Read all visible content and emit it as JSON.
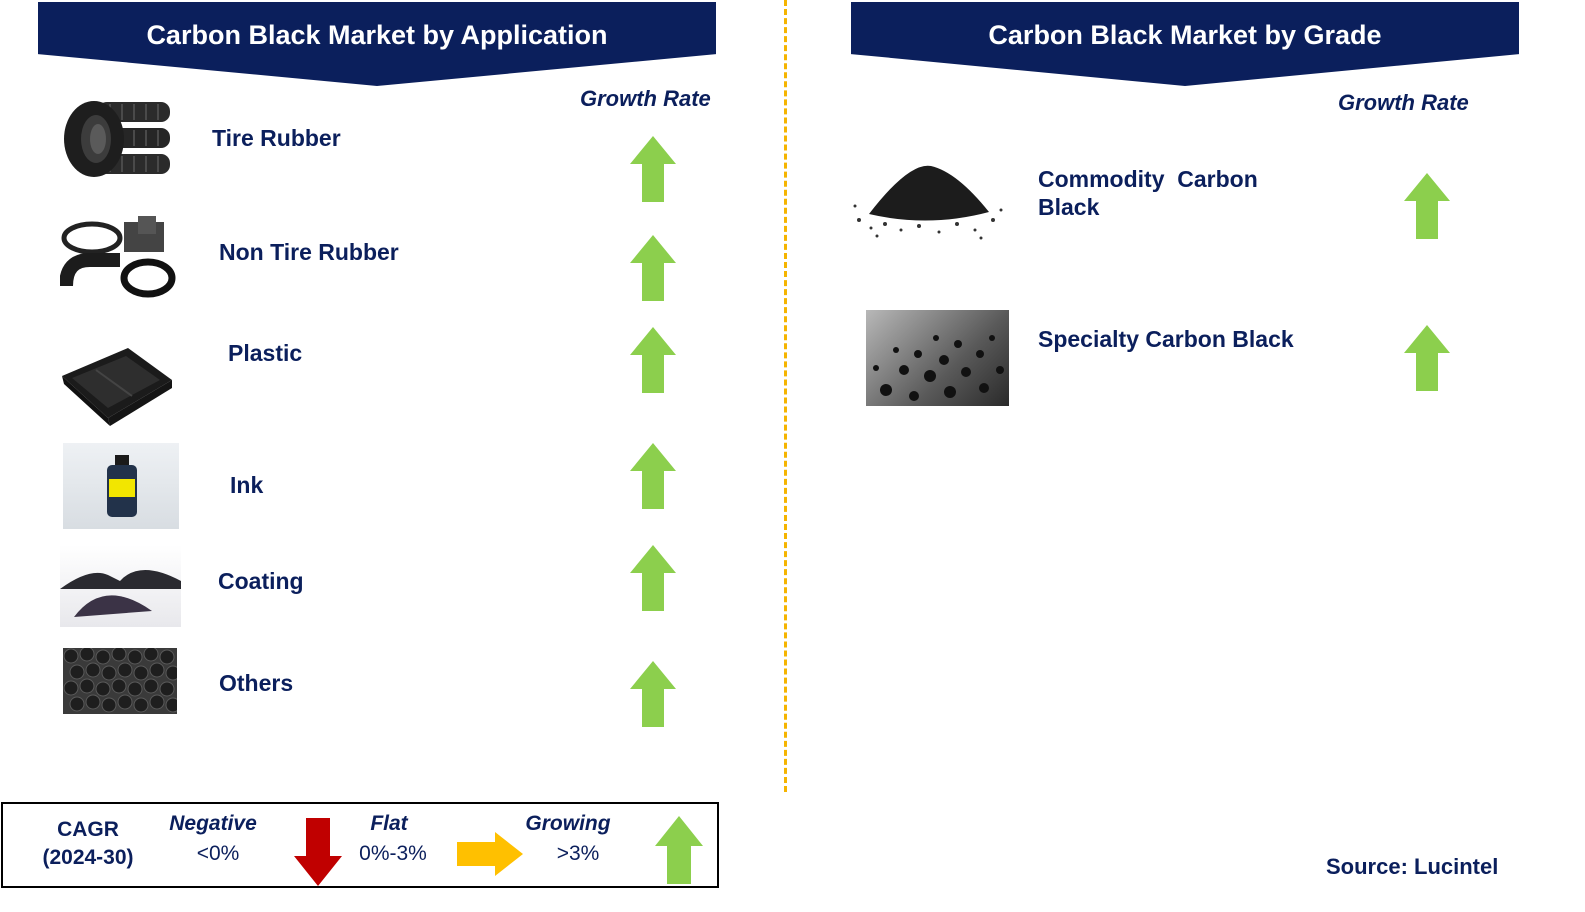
{
  "left_panel": {
    "title": "Carbon Black Market by Application",
    "growth_rate_label": "Growth Rate",
    "items": [
      {
        "label": "Tire Rubber",
        "icon": "tire-stack-icon",
        "trend": "growing"
      },
      {
        "label": "Non Tire Rubber",
        "icon": "rubber-parts-icon",
        "trend": "growing"
      },
      {
        "label": "Plastic",
        "icon": "plastic-tray-icon",
        "trend": "growing"
      },
      {
        "label": "Ink",
        "icon": "ink-bottle-icon",
        "trend": "growing"
      },
      {
        "label": "Coating",
        "icon": "powder-piles-icon",
        "trend": "growing"
      },
      {
        "label": "Others",
        "icon": "pellets-icon",
        "trend": "growing"
      }
    ]
  },
  "right_panel": {
    "title": "Carbon Black Market by Grade",
    "growth_rate_label": "Growth Rate",
    "items": [
      {
        "label_line1": "Commodity  Carbon",
        "label_line2": "Black",
        "icon": "powder-heap-icon",
        "trend": "growing"
      },
      {
        "label_line1": "Specialty Carbon Black",
        "label_line2": "",
        "icon": "particles-icon",
        "trend": "growing"
      }
    ]
  },
  "legend": {
    "cagr_line1": "CAGR",
    "cagr_line2": "(2024-30)",
    "negative_label": "Negative",
    "negative_range": "<0%",
    "flat_label": "Flat",
    "flat_range": "0%-3%",
    "growing_label": "Growing",
    "growing_range": ">3%"
  },
  "source": "Source: Lucintel",
  "colors": {
    "banner": "#0b1f5c",
    "text": "#0b1f5c",
    "arrow_up": "#8ccf4d",
    "arrow_down": "#c00000",
    "arrow_flat": "#ffc000",
    "divider": "#f5b400"
  }
}
